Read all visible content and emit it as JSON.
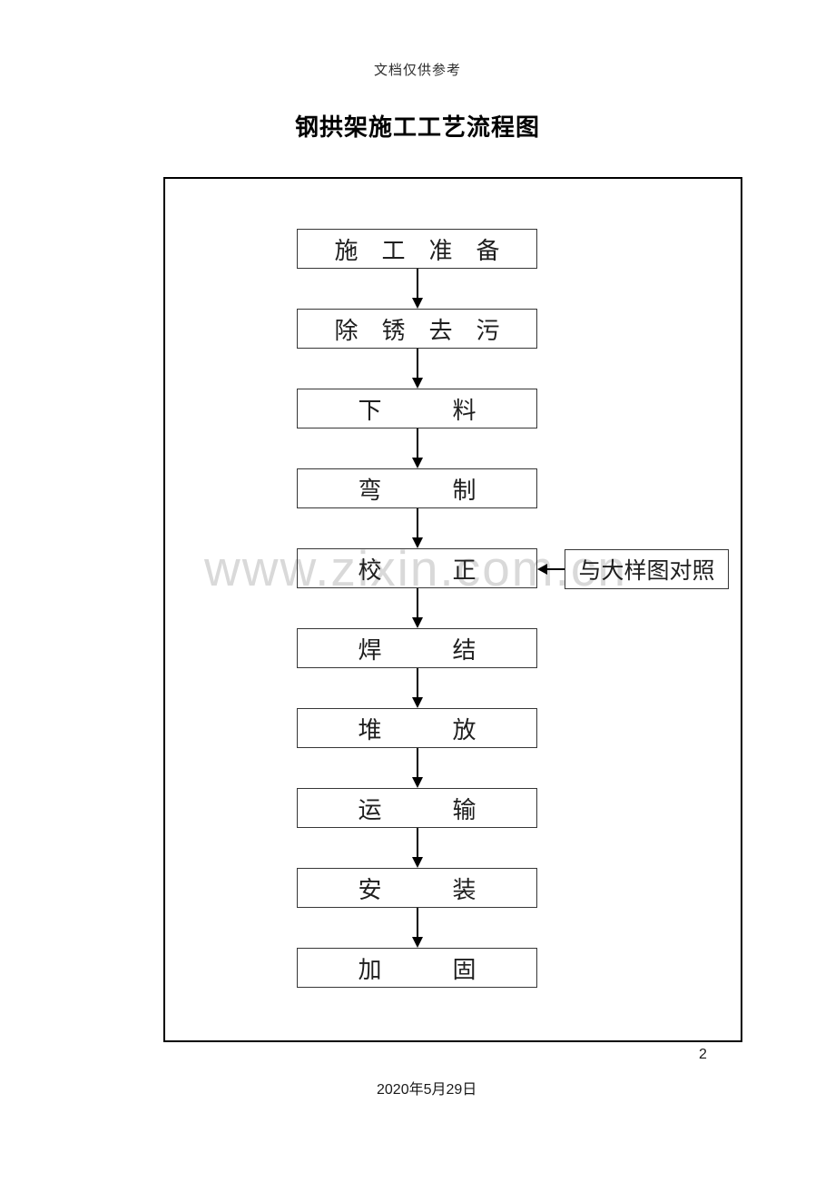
{
  "page": {
    "disclaimer": "文档仅供参考",
    "title": "钢拱架施工工艺流程图",
    "page_number": "2",
    "date": "2020年5月29日"
  },
  "watermark": "www.zixin.com.cn",
  "flowchart": {
    "steps": [
      {
        "label": "施　工　准　备"
      },
      {
        "label": "除　锈　去　污"
      },
      {
        "label": "下　　　料"
      },
      {
        "label": "弯　　　制"
      },
      {
        "label": "校　　　正",
        "side_note": "与大样图对照"
      },
      {
        "label": "焊　　　结"
      },
      {
        "label": "堆　　　放"
      },
      {
        "label": "运　　　输"
      },
      {
        "label": "安　　　装"
      },
      {
        "label": "加　　　固"
      }
    ]
  },
  "colors": {
    "box_border": "#363636",
    "frame_border": "#000000",
    "arrow": "#000000",
    "watermark": "#d9d9d9",
    "text": "#1f1f1f"
  }
}
